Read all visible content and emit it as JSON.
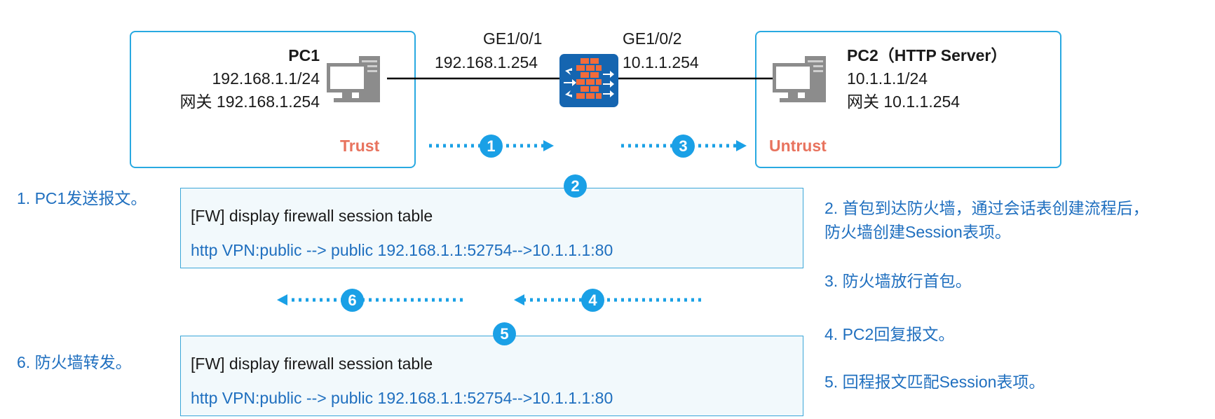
{
  "pc1": {
    "name": "PC1",
    "ip": "192.168.1.1/24",
    "gateway": "网关 192.168.1.254",
    "zone": "Trust"
  },
  "pc2": {
    "name": "PC2（HTTP Server）",
    "ip": "10.1.1.1/24",
    "gateway": "网关 10.1.1.254",
    "zone": "Untrust"
  },
  "firewall": {
    "port1_name": "GE1/0/1",
    "port1_ip": "192.168.1.254",
    "port2_name": "GE1/0/2",
    "port2_ip": "10.1.1.254"
  },
  "markers": [
    "1",
    "2",
    "3",
    "4",
    "5",
    "6"
  ],
  "session_box_1": {
    "command": "[FW] display firewall session table",
    "entry": "http  VPN:public --> public 192.168.1.1:52754-->10.1.1.1:80"
  },
  "session_box_2": {
    "command": "[FW] display firewall session table",
    "entry": "http  VPN:public --> public 192.168.1.1:52754-->10.1.1.1:80"
  },
  "steps": {
    "s1": "1. PC1发送报文。",
    "s2_line1": "2. 首包到达防火墙，通过会话表创建流程后，",
    "s2_line2": "防火墙创建Session表项。",
    "s3": "3. 防火墙放行首包。",
    "s4": "4. PC2回复报文。",
    "s5": "5. 回程报文匹配Session表项。",
    "s6": "6. 防火墙转发。"
  },
  "colors": {
    "zone_border": "#29a9e1",
    "zone_label": "#e8735e",
    "marker": "#1aa0e6",
    "step_text": "#1f6fbf",
    "firewall": "#1565b0",
    "brick": "#f26b3a"
  }
}
